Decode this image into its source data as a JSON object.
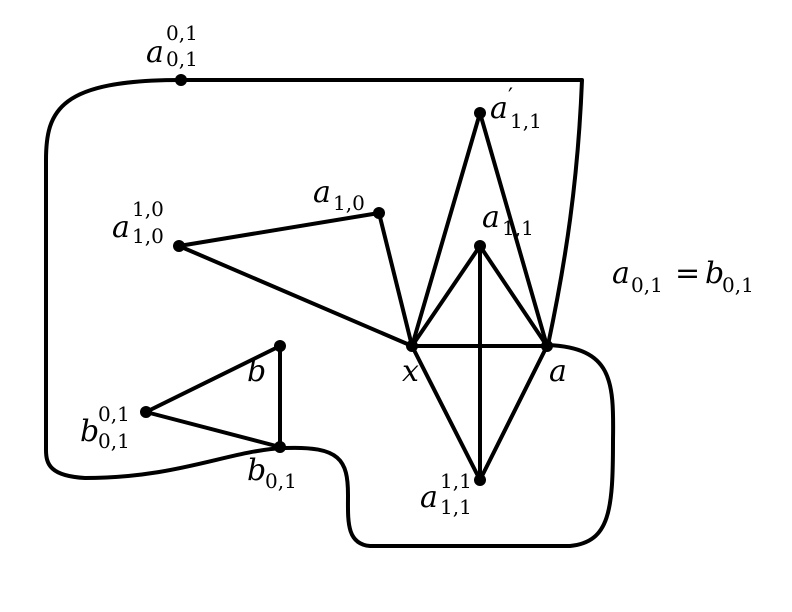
{
  "diagram": {
    "stroke_color": "#000000",
    "background": "#ffffff",
    "equation": {
      "left": "a",
      "left_sub": "0,1",
      "op": "=",
      "right": "b",
      "right_sub": "0,1"
    },
    "labels": {
      "a01_top": {
        "base": "a",
        "sup": "0,1",
        "sub": "0,1"
      },
      "a11_prime": {
        "base": "a",
        "prime": "′",
        "sub": "1,1"
      },
      "a10_top": {
        "base": "a",
        "sup": "1,0",
        "sub": "1,0"
      },
      "a10": {
        "base": "a",
        "sub": "1,0"
      },
      "a11": {
        "base": "a",
        "sub": "1,1"
      },
      "b": {
        "base": "b"
      },
      "x": {
        "base": "x"
      },
      "a": {
        "base": "a"
      },
      "b01_top": {
        "base": "b",
        "sup": "0,1",
        "sub": "0,1"
      },
      "b01": {
        "base": "b",
        "sub": "0,1"
      },
      "a11_bottom": {
        "base": "a",
        "sup": "1,1",
        "sub": "1,1"
      }
    }
  }
}
